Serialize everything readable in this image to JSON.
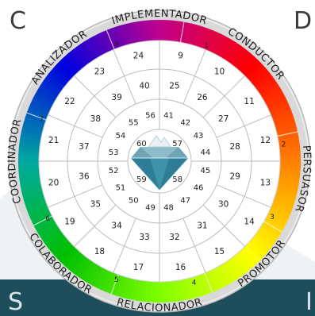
{
  "corners": {
    "top_left": "C",
    "top_right": "D",
    "bottom_left": "S",
    "bottom_right": "I"
  },
  "ring_labels": [
    {
      "text": "IMPLEMENTADOR",
      "angle": 0
    },
    {
      "text": "CONDUCTOR",
      "angle": 42
    },
    {
      "text": "PERSUASOR",
      "angle": 97
    },
    {
      "text": "PROMOTOR",
      "angle": 135
    },
    {
      "text": "RELACIONADOR",
      "angle": 180
    },
    {
      "text": "COLABORADOR",
      "angle": 224
    },
    {
      "text": "COORDINADOR",
      "angle": 270
    },
    {
      "text": "ANALIZADOR",
      "angle": 316
    }
  ],
  "ring_markers": [
    {
      "text": "1",
      "angle": 22
    },
    {
      "text": "2",
      "angle": 82
    },
    {
      "text": "3",
      "angle": 116
    },
    {
      "text": "4",
      "angle": 164
    },
    {
      "text": "5",
      "angle": 200
    },
    {
      "text": "6",
      "angle": 243
    },
    {
      "text": "7",
      "angle": 290
    },
    {
      "text": "8",
      "angle": 340
    }
  ],
  "ring_colors": [
    "#0000e0",
    "#c0008c",
    "#ff0000",
    "#ff7f00",
    "#ffff00",
    "#7fff00",
    "#00c000",
    "#00a8a0",
    "#0000e0"
  ],
  "wheel_numbers": {
    "ring4": [
      "9",
      "10",
      "11",
      "12",
      "13",
      "14",
      "15",
      "16",
      "17",
      "18",
      "19",
      "20",
      "21",
      "22",
      "23",
      "24"
    ],
    "ring3": [
      "25",
      "26",
      "27",
      "28",
      "29",
      "30",
      "31",
      "32",
      "33",
      "34",
      "35",
      "36",
      "37",
      "38",
      "39",
      "40"
    ],
    "ring2": [
      "41",
      "42",
      "43",
      "44",
      "45",
      "46",
      "47",
      "48",
      "49",
      "50",
      "51",
      "52",
      "53",
      "54",
      "55",
      "56"
    ],
    "ring1": [
      "57",
      "58",
      "59",
      "60"
    ]
  }
}
